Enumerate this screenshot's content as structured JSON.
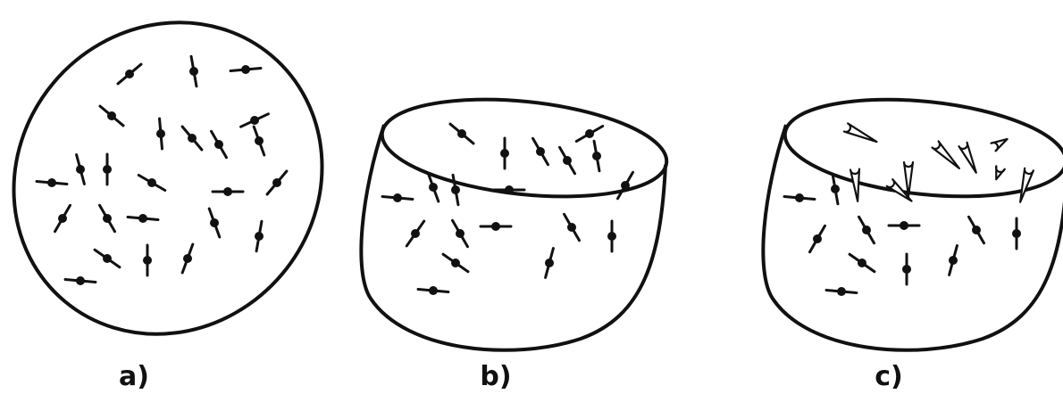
{
  "panels": [
    {
      "id": "a",
      "caption": "a)"
    },
    {
      "id": "b",
      "caption": "b)"
    },
    {
      "id": "c",
      "caption": "c)"
    }
  ]
}
